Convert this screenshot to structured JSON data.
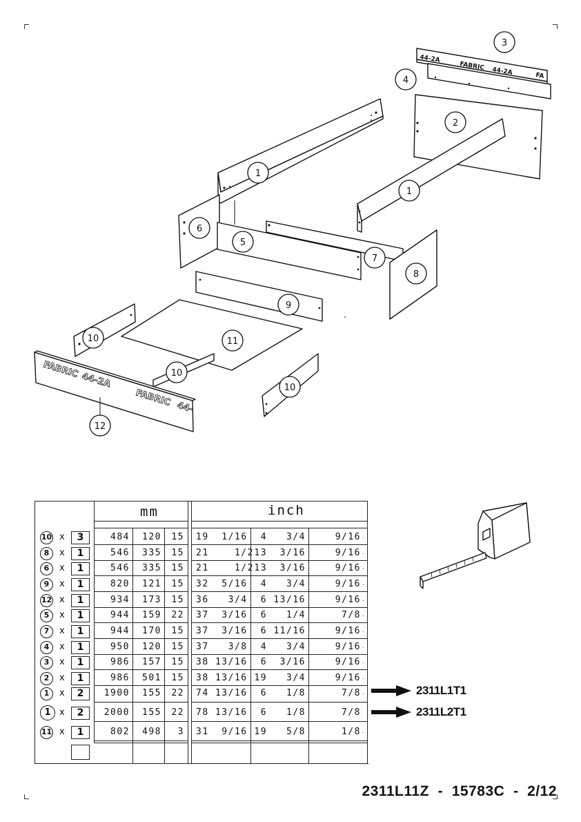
{
  "diagram": {
    "callouts": [
      "3",
      "4",
      "2",
      "1",
      "1",
      "6",
      "5",
      "7",
      "8",
      "9",
      "10",
      "11",
      "10",
      "10",
      "12"
    ],
    "panel_labels": {
      "top_left": "44-2A",
      "top_mid": "FABRIC",
      "top_mid2": "44-2A",
      "top_right": "FA",
      "front_1": "FABRIC",
      "front_2": "44-2A",
      "front_3": "FABRIC",
      "front_4": "44-"
    }
  },
  "table": {
    "mm_header": "mm",
    "inch_header": "inch",
    "rows": [
      {
        "part": "10",
        "x": "x",
        "qty": "3",
        "mm1": "484",
        "mm2": "120",
        "mm3": "15",
        "in1": "19  1/16",
        "in2": "4   3/4",
        "in3": "9/16"
      },
      {
        "part": "8",
        "x": "x",
        "qty": "1",
        "mm1": "546",
        "mm2": "335",
        "mm3": "15",
        "in1": "21    1/2",
        "in2": "13  3/16",
        "in3": "9/16"
      },
      {
        "part": "6",
        "x": "x",
        "qty": "1",
        "mm1": "546",
        "mm2": "335",
        "mm3": "15",
        "in1": "21    1/2",
        "in2": "13  3/16",
        "in3": "9/16"
      },
      {
        "part": "9",
        "x": "x",
        "qty": "1",
        "mm1": "820",
        "mm2": "121",
        "mm3": "15",
        "in1": "32  5/16",
        "in2": "4   3/4",
        "in3": "9/16"
      },
      {
        "part": "12",
        "x": "x",
        "qty": "1",
        "mm1": "934",
        "mm2": "173",
        "mm3": "15",
        "in1": "36   3/4",
        "in2": "6 13/16",
        "in3": "9/16"
      },
      {
        "part": "5",
        "x": "x",
        "qty": "1",
        "mm1": "944",
        "mm2": "159",
        "mm3": "22",
        "in1": "37  3/16",
        "in2": "6   1/4",
        "in3": "7/8"
      },
      {
        "part": "7",
        "x": "x",
        "qty": "1",
        "mm1": "944",
        "mm2": "170",
        "mm3": "15",
        "in1": "37  3/16",
        "in2": "6 11/16",
        "in3": "9/16"
      },
      {
        "part": "4",
        "x": "x",
        "qty": "1",
        "mm1": "950",
        "mm2": "120",
        "mm3": "15",
        "in1": "37   3/8",
        "in2": "4   3/4",
        "in3": "9/16"
      },
      {
        "part": "3",
        "x": "x",
        "qty": "1",
        "mm1": "986",
        "mm2": "157",
        "mm3": "15",
        "in1": "38 13/16",
        "in2": "6  3/16",
        "in3": "9/16"
      },
      {
        "part": "2",
        "x": "x",
        "qty": "1",
        "mm1": "986",
        "mm2": "501",
        "mm3": "15",
        "in1": "38 13/16",
        "in2": "19   3/4",
        "in3": "9/16"
      },
      {
        "part": "1",
        "x": "x",
        "qty": "2",
        "mm1": "1900",
        "mm2": "155",
        "mm3": "22",
        "in1": "74 13/16",
        "in2": "6   1/8",
        "in3": "7/8"
      },
      {
        "part": "1",
        "x": "x",
        "qty": "2",
        "mm1": "2000",
        "mm2": "155",
        "mm3": "22",
        "in1": "78 13/16",
        "in2": "6   1/8",
        "in3": "7/8"
      },
      {
        "part": "11",
        "x": "x",
        "qty": "1",
        "mm1": "802",
        "mm2": "498",
        "mm3": "3",
        "in1": "31  9/16",
        "in2": "19   5/8",
        "in3": "1/8"
      }
    ]
  },
  "references": {
    "ref1": "2311L1T1",
    "ref2": "2311L2T1"
  },
  "footer": {
    "code": "2311L11Z  -  15783C  -  2/12"
  },
  "icons": [
    "tape-measure-icon",
    "arrow-right-icon"
  ]
}
